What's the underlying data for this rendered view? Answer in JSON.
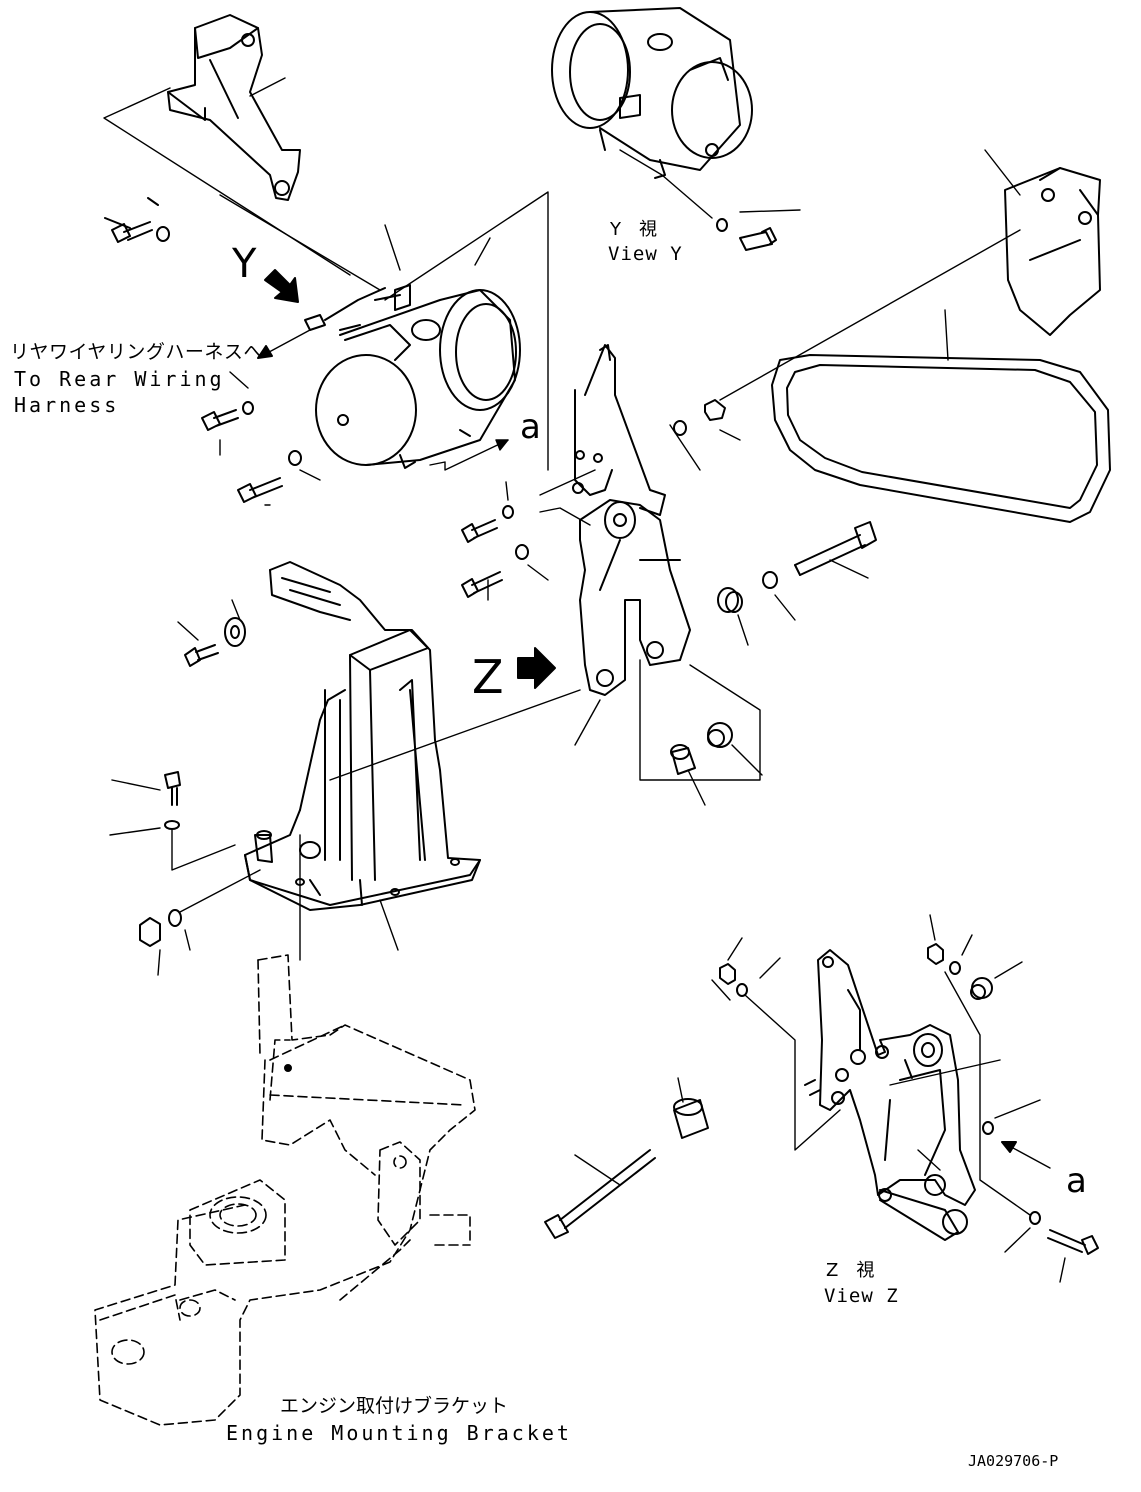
{
  "labels": {
    "view_y_marker": "Y",
    "view_z_marker": "Z",
    "arrow_a_top": "a",
    "arrow_a_bottom": "a",
    "rear_wiring_jp": "リヤワイヤリングハーネスへ",
    "rear_wiring_en_1": "To Rear Wiring",
    "rear_wiring_en_2": "Harness",
    "view_y_jp": "Y　視",
    "view_y_en": "View Y",
    "view_z_jp": "Z　視",
    "view_z_en": "View Z",
    "engine_bracket_jp": "エンジン取付けブラケット",
    "engine_bracket_en": "Engine Mounting Bracket",
    "drawing_number": "JA029706-P"
  }
}
